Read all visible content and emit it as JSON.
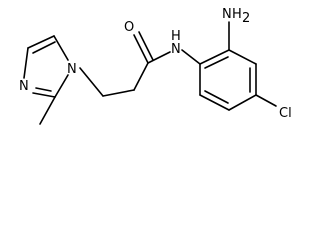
{
  "molecule": {
    "atom_labels": {
      "amine_n": "N",
      "amine_h": "H",
      "amine_h_count": "2",
      "amide_n": "N",
      "amide_h": "H",
      "carbonyl_o": "O",
      "chlorine": "Cl",
      "imidazole_n1": "N",
      "imidazole_n3": "N"
    }
  },
  "colors": {
    "bond": "#000000",
    "label": "#000000",
    "background": "#ffffff"
  }
}
